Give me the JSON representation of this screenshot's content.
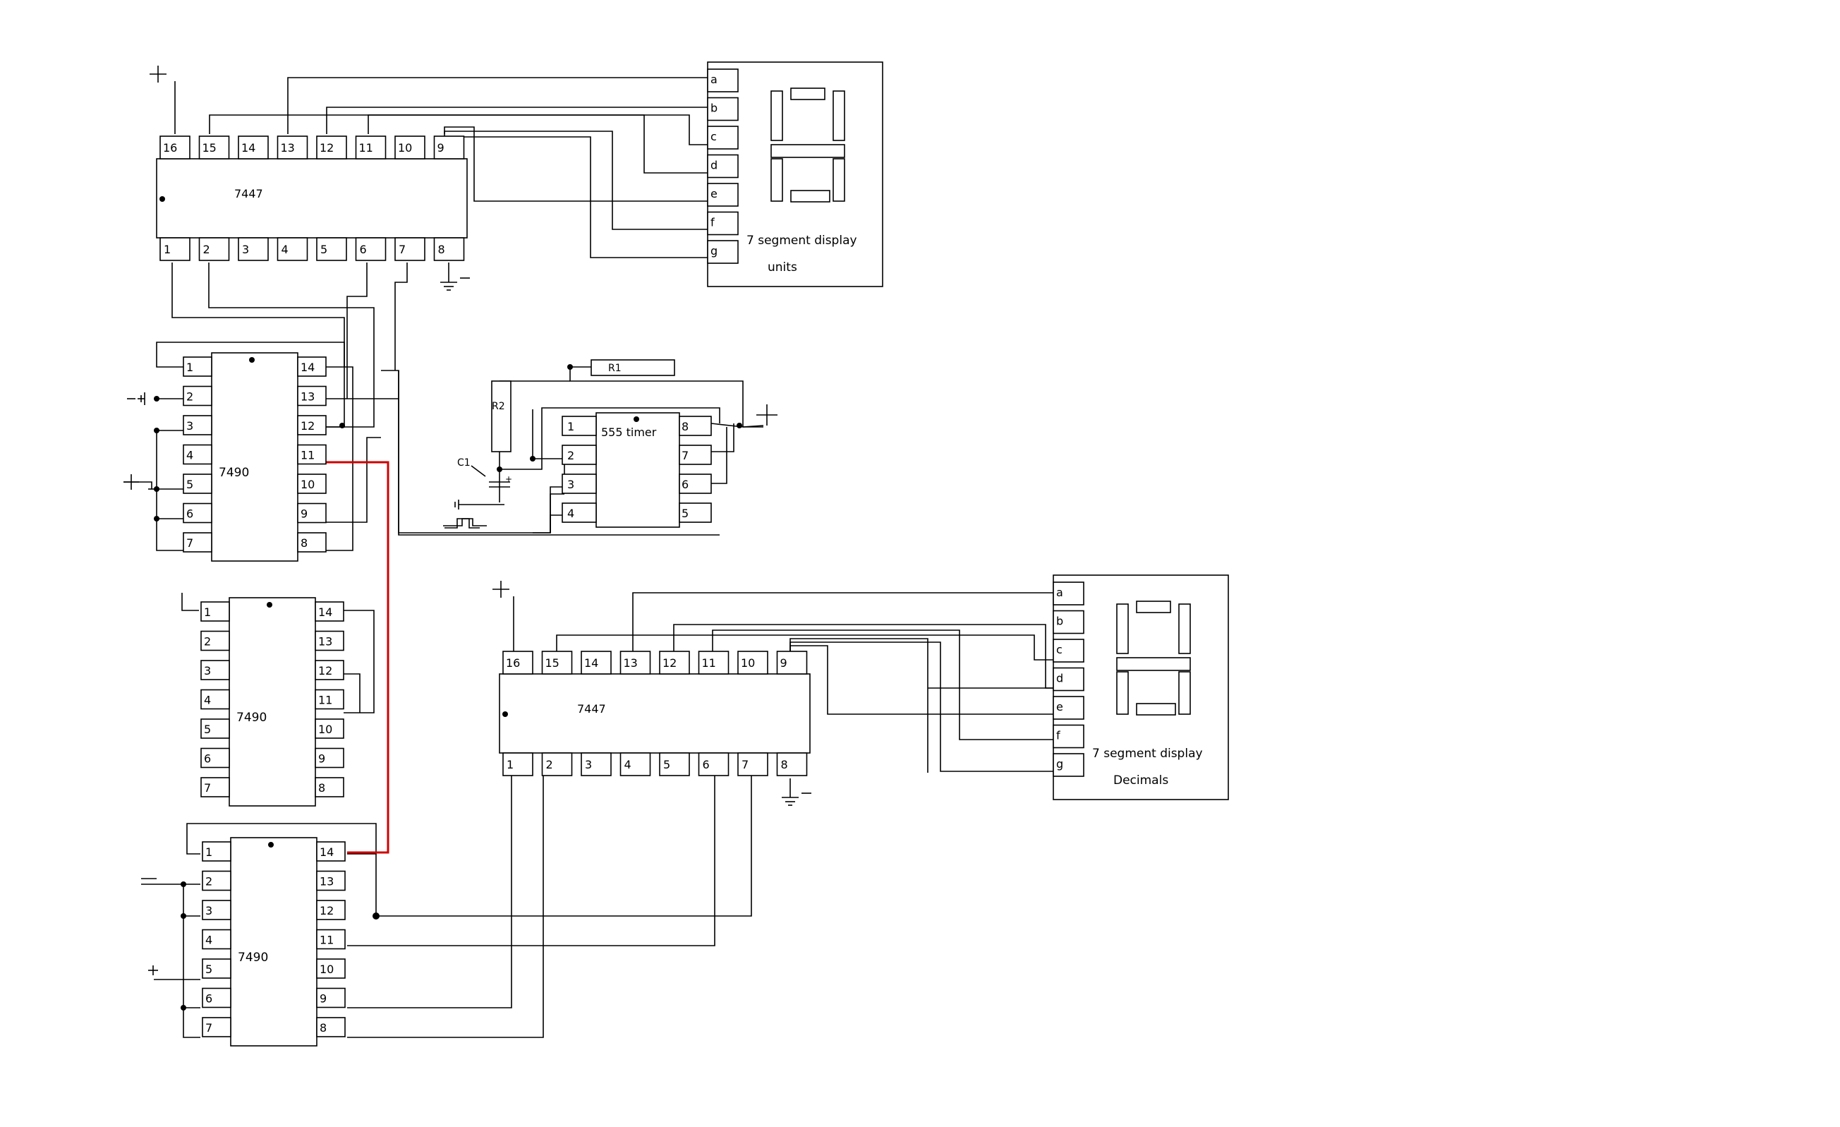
{
  "chips": {
    "dec_7447_top": {
      "label": "7447",
      "top": [
        "16",
        "15",
        "14",
        "13",
        "12",
        "11",
        "10",
        "9"
      ],
      "bottom": [
        "1",
        "2",
        "3",
        "4",
        "5",
        "6",
        "7",
        "8"
      ]
    },
    "dec_7447_bot": {
      "label": "7447",
      "top": [
        "16",
        "15",
        "14",
        "13",
        "12",
        "11",
        "10",
        "9"
      ],
      "bottom": [
        "1",
        "2",
        "3",
        "4",
        "5",
        "6",
        "7",
        "8"
      ]
    },
    "cnt_7490_a": {
      "label": "7490",
      "left": [
        "1",
        "2",
        "3",
        "4",
        "5",
        "6",
        "7"
      ],
      "right": [
        "14",
        "13",
        "12",
        "11",
        "10",
        "9",
        "8"
      ]
    },
    "cnt_7490_b": {
      "label": "7490",
      "left": [
        "1",
        "2",
        "3",
        "4",
        "5",
        "6",
        "7"
      ],
      "right": [
        "14",
        "13",
        "12",
        "11",
        "10",
        "9",
        "8"
      ]
    },
    "cnt_7490_c": {
      "label": "7490",
      "left": [
        "1",
        "2",
        "3",
        "4",
        "5",
        "6",
        "7"
      ],
      "right": [
        "14",
        "13",
        "12",
        "11",
        "10",
        "9",
        "8"
      ]
    },
    "timer_555": {
      "label": "555 timer",
      "left": [
        "1",
        "2",
        "3",
        "4"
      ],
      "right": [
        "8",
        "7",
        "6",
        "5"
      ]
    }
  },
  "displays": {
    "units": {
      "segments": [
        "a",
        "b",
        "c",
        "d",
        "e",
        "f",
        "g"
      ],
      "title": "7 segment display",
      "subtitle": "units"
    },
    "decimals": {
      "segments": [
        "a",
        "b",
        "c",
        "d",
        "e",
        "f",
        "g"
      ],
      "title": "7 segment display",
      "subtitle": "Decimals"
    }
  },
  "components": {
    "r1": "R1",
    "r2": "R2",
    "c1": "C1",
    "c1_plus": "+"
  },
  "symbols": {
    "plus": "+",
    "minus": "−"
  },
  "colors": {
    "wire": "#000000",
    "highlight_wire": "#d00000",
    "background": "#ffffff"
  }
}
